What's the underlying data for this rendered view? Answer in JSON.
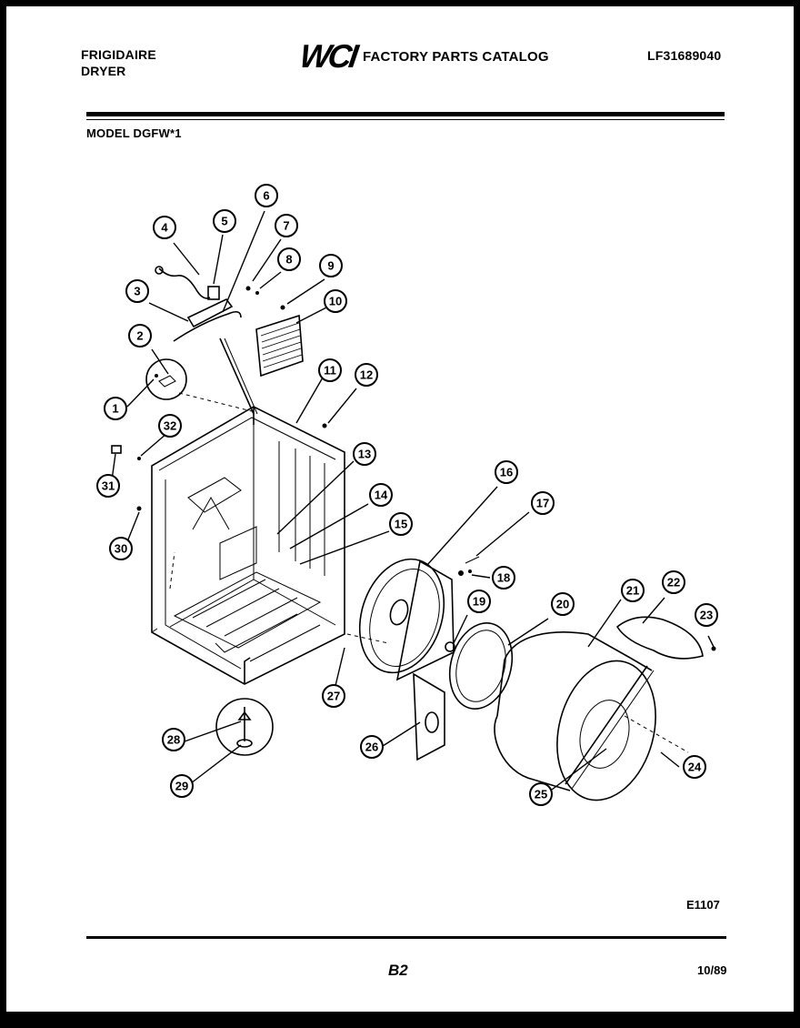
{
  "header": {
    "brand_line1": "FRIGIDAIRE",
    "brand_line2": "DRYER",
    "logo_text": "WCI",
    "catalog_title": "FACTORY PARTS CATALOG",
    "catalog_number": "LF31689040"
  },
  "model": "MODEL DGFW*1",
  "callouts": [
    "1",
    "2",
    "3",
    "4",
    "5",
    "6",
    "7",
    "8",
    "9",
    "10",
    "11",
    "12",
    "13",
    "14",
    "15",
    "16",
    "17",
    "18",
    "19",
    "20",
    "21",
    "22",
    "23",
    "24",
    "25",
    "26",
    "27",
    "28",
    "29",
    "30",
    "31",
    "32"
  ],
  "footer": {
    "drawing_code": "E1107",
    "page_number": "B2",
    "date": "10/89"
  }
}
